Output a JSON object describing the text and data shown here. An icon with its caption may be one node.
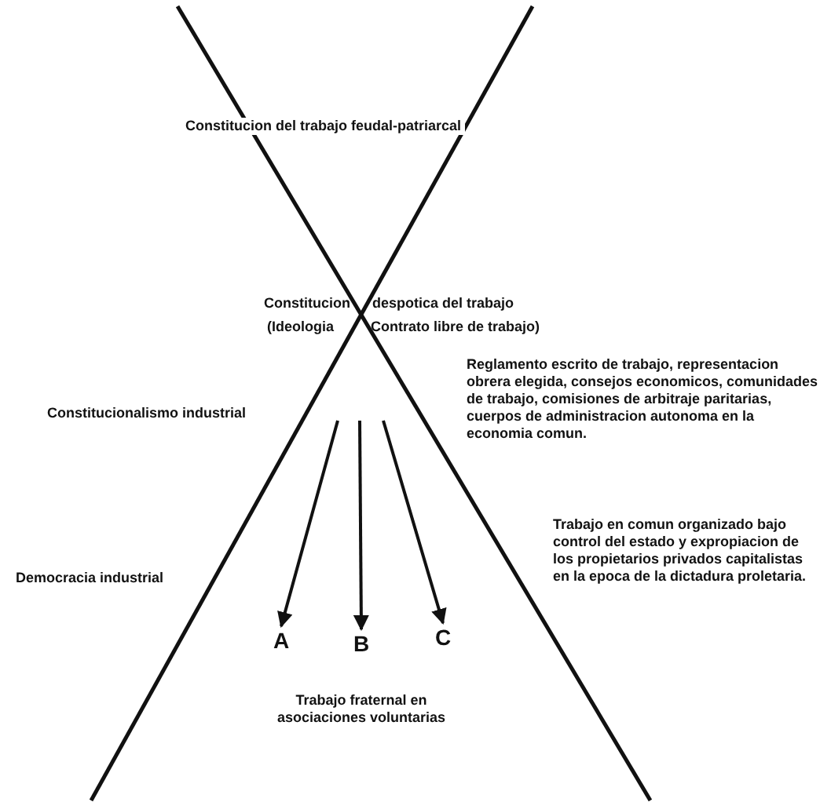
{
  "diagram": {
    "nodes": [
      {
        "text": [
          "A"
        ]
      },
      {
        "text": [
          "B"
        ]
      },
      {
        "text": [
          "C"
        ]
      }
    ],
    "edges": [
      {
        "from": null,
        "to": 0,
        "arrow": "to"
      },
      {
        "from": null,
        "to": 1,
        "arrow": "to"
      },
      {
        "from": null,
        "to": 2,
        "arrow": "to"
      }
    ],
    "labels": [
      "Constitucion del trabajo feudal-patriarcal",
      "Constitucion",
      "despotica del trabajo",
      "(Ideologia",
      "Contrato libre de trabajo)",
      "Reglamento escrito de trabajo, representacion obrera elegida, consejos economicos, comunidades de trabajo, comisiones de arbitraje paritarias, cuerpos de administracion autonoma en la economia comun.",
      "Constitucionalismo industrial",
      "Trabajo en comun organizado bajo control del estado y expropiacion de los propietarios privados capitalistas en la epoca de la dictadura proletaria.",
      "Democracia industrial",
      "Trabajo fraternal en asociaciones voluntarias"
    ]
  }
}
